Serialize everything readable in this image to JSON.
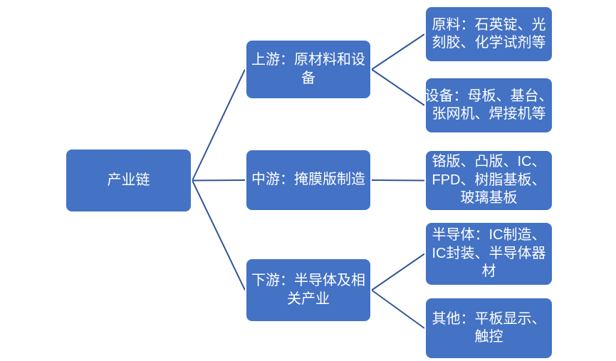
{
  "colors": {
    "background": "#FFFFFF",
    "node_fill": "#4472C4",
    "node_border": "#FFFFFF",
    "node_text": "#FFFFFF",
    "connector": "#2F5597"
  },
  "diagram": {
    "type": "flow-diagram",
    "root": {
      "id": "chain",
      "label": "产业链"
    },
    "level2": [
      {
        "id": "upstream",
        "label": "上游：原材料和设\n备"
      },
      {
        "id": "midstream",
        "label": "中游：掩膜版制造"
      },
      {
        "id": "downstream",
        "label": "下游：半导体及相\n关产业"
      }
    ],
    "level3": [
      {
        "id": "materials",
        "label": "原料：石英锭、光\n刻胶、化学试剂等"
      },
      {
        "id": "equipment",
        "label": "设备：母板、基台、\n张网机、焊接机等"
      },
      {
        "id": "mask",
        "label": "铬版、凸版、IC、\nFPD、树脂基板、\n玻璃基板"
      },
      {
        "id": "semi",
        "label": "半导体：IC制造、\nIC封装、半导体器\n材"
      },
      {
        "id": "other",
        "label": "其他：平板显示、\n触控"
      }
    ],
    "edges": [
      [
        "chain",
        "upstream"
      ],
      [
        "chain",
        "midstream"
      ],
      [
        "chain",
        "downstream"
      ],
      [
        "upstream",
        "materials"
      ],
      [
        "upstream",
        "equipment"
      ],
      [
        "midstream",
        "mask"
      ],
      [
        "downstream",
        "semi"
      ],
      [
        "downstream",
        "other"
      ]
    ]
  }
}
